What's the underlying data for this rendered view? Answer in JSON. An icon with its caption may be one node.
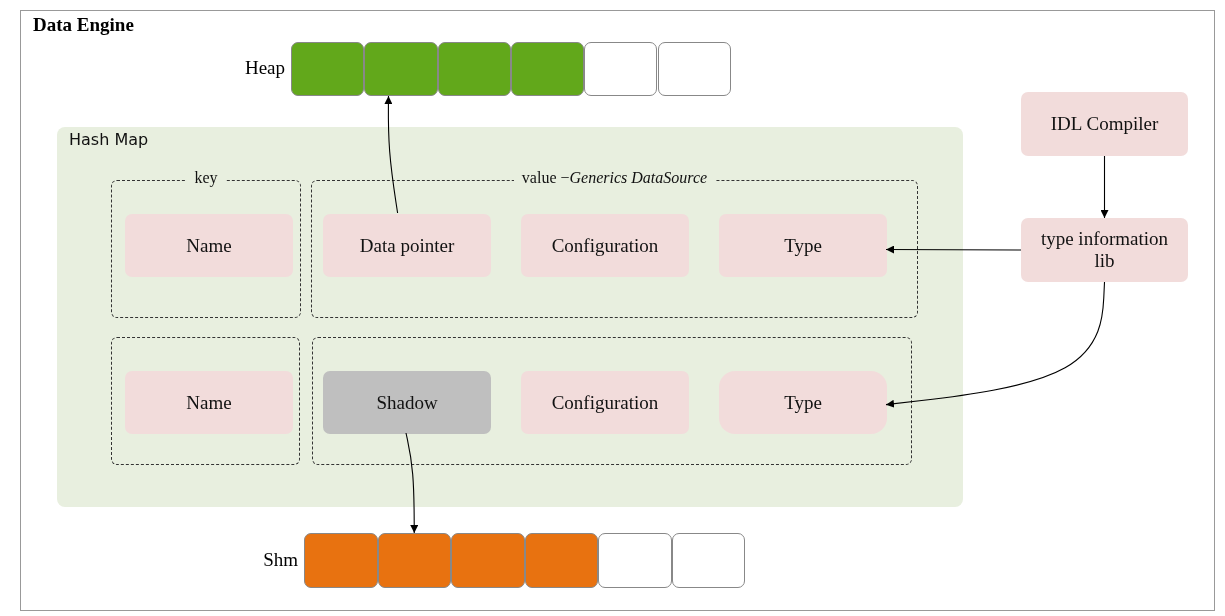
{
  "diagram": {
    "title": "Data Engine",
    "nodes": [
      {
        "text": [],
        "shape": "box",
        "beside": [
          "Heap"
        ]
      },
      {
        "text": [],
        "shape": "box"
      },
      {
        "text": [],
        "shape": "box"
      },
      {
        "text": [],
        "shape": "box"
      },
      {
        "text": [],
        "shape": "box"
      },
      {
        "text": [],
        "shape": "box"
      },
      {
        "text": [
          "Hash Map"
        ]
      },
      {
        "text": [
          "key"
        ],
        "in": 6
      },
      {
        "text": [
          "Name"
        ],
        "in": 7
      },
      {
        "text": [
          "value −*Generics DataSource*"
        ],
        "in": 6
      },
      {
        "text": [
          "Data pointer"
        ],
        "in": 9
      },
      {
        "text": [
          "Configuration"
        ],
        "in": 9
      },
      {
        "text": [
          "Type"
        ],
        "in": 9
      },
      {
        "text": [],
        "shape": "box",
        "in": 6
      },
      {
        "text": [
          "Name"
        ],
        "in": 13
      },
      {
        "text": [],
        "shape": "box",
        "in": 6
      },
      {
        "text": [
          "Shadow"
        ],
        "in": 15
      },
      {
        "text": [
          "Configuration"
        ],
        "in": 15
      },
      {
        "text": [
          "Type"
        ],
        "in": 15
      },
      {
        "text": [
          "IDL Compiler"
        ]
      },
      {
        "text": [
          "type information lib"
        ]
      },
      {
        "text": [],
        "shape": "box",
        "beside": [
          "Shm"
        ]
      },
      {
        "text": [],
        "shape": "box"
      },
      {
        "text": [],
        "shape": "box"
      },
      {
        "text": [],
        "shape": "box"
      },
      {
        "text": [],
        "shape": "box"
      },
      {
        "text": [],
        "shape": "box"
      }
    ],
    "edges": [
      {
        "from": 10,
        "to": 1,
        "arrow": "to"
      },
      {
        "from": 19,
        "to": 20,
        "arrow": "to"
      },
      {
        "from": 20,
        "to": 12,
        "arrow": "to"
      },
      {
        "from": 20,
        "to": 18,
        "arrow": "to"
      },
      {
        "from": 16,
        "to": 22,
        "arrow": "to"
      }
    ]
  }
}
